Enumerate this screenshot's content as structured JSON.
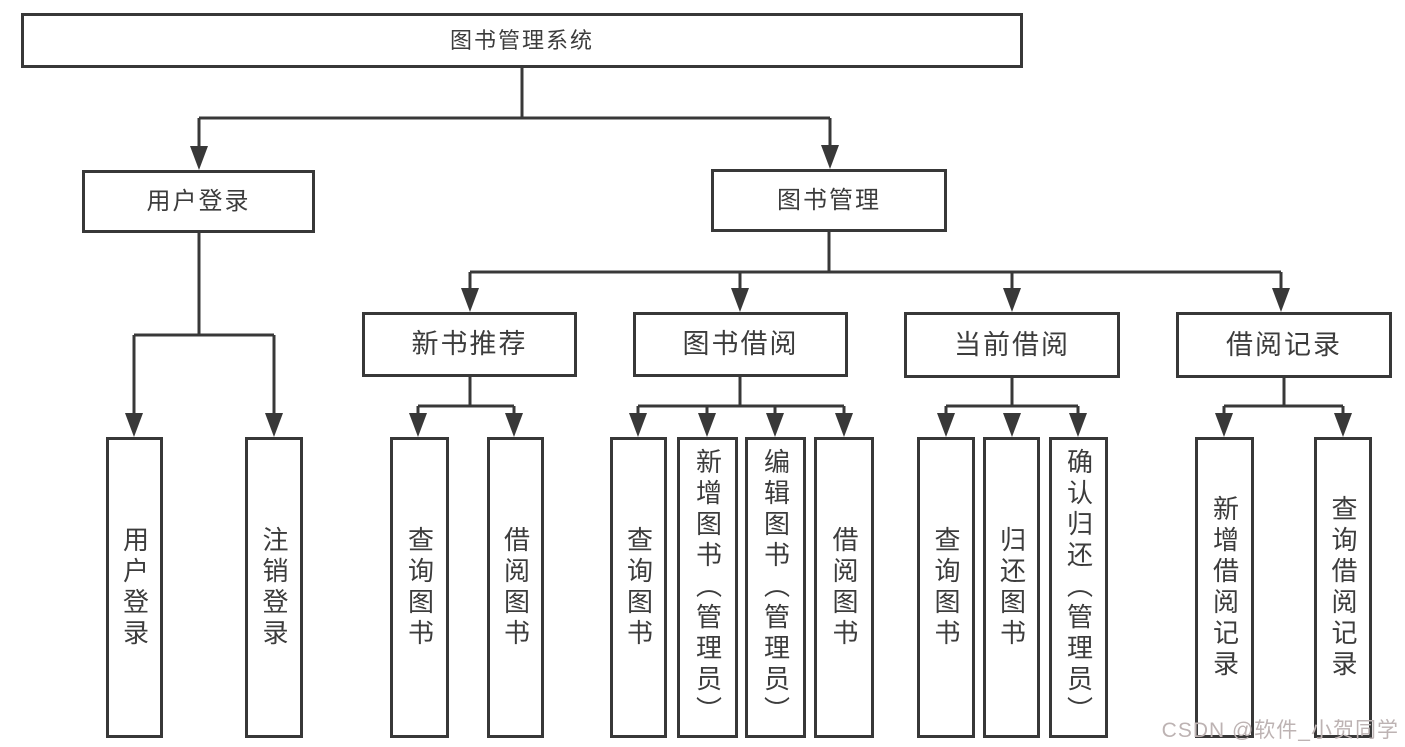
{
  "colors": {
    "line": "#383838",
    "text": "#3c3c3c",
    "box_fill": "#ffffff",
    "background": "#ffffff",
    "watermark": "#bdb3b3"
  },
  "diagram": {
    "root": "图书管理系统",
    "branches": [
      {
        "label": "用户登录",
        "children": [
          "用户登录",
          "注销登录"
        ]
      },
      {
        "label": "图书管理",
        "groups": [
          {
            "label": "新书推荐",
            "children": [
              "查询图书",
              "借阅图书"
            ]
          },
          {
            "label": "图书借阅",
            "children": [
              "查询图书",
              "新增图书（管理员）",
              "编辑图书（管理员）",
              "借阅图书"
            ]
          },
          {
            "label": "当前借阅",
            "children": [
              "查询图书",
              "归还图书",
              "确认归还（管理员）"
            ]
          },
          {
            "label": "借阅记录",
            "children": [
              "新增借阅记录",
              "查询借阅记录"
            ]
          }
        ]
      }
    ]
  },
  "watermark": "CSDN @软件_小贺同学"
}
